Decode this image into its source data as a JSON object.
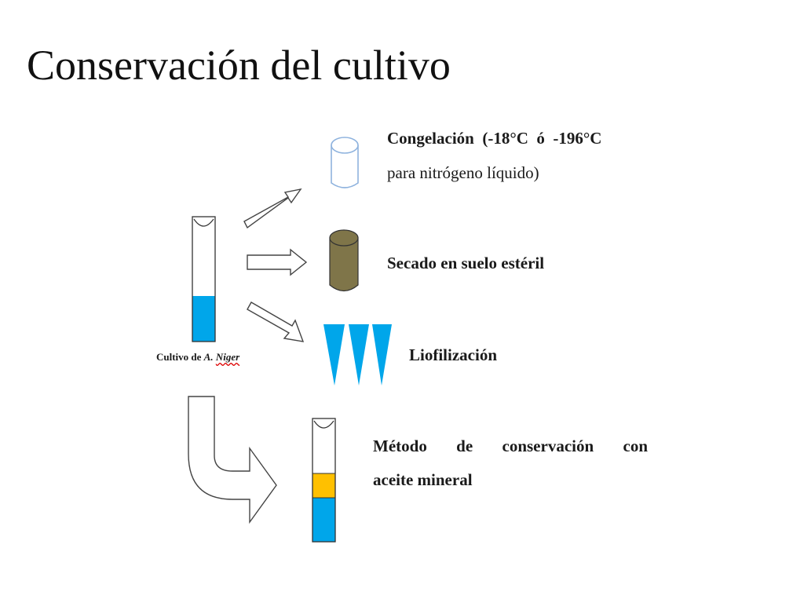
{
  "title": "Conservación del cultivo",
  "culture_label": {
    "prefix": "Cultivo de",
    "genus": "A.",
    "species": "Niger"
  },
  "methods": {
    "freezing": {
      "line1": "Congelación  (-18°C  ó  -196°C",
      "line2": "para nitrógeno líquido)"
    },
    "sterile_soil": "Secado en suelo estéril",
    "lyophilization": "Liofilización",
    "mineral_oil": {
      "line1": "Método de conservación con",
      "line2": "aceite mineral"
    }
  },
  "colors": {
    "culture_medium": "#00a6ea",
    "mineral_oil": "#ffc000",
    "soil_cylinder": "#7f7549",
    "frozen_outline": "#8fb3de",
    "arrow_outline": "#444444"
  },
  "icons": [
    "culture-tube-icon",
    "frozen-cylinder-icon",
    "soil-cylinder-icon",
    "lyophilization-vial-icon",
    "oil-tube-icon",
    "arrow-icon",
    "curved-arrow-icon"
  ]
}
